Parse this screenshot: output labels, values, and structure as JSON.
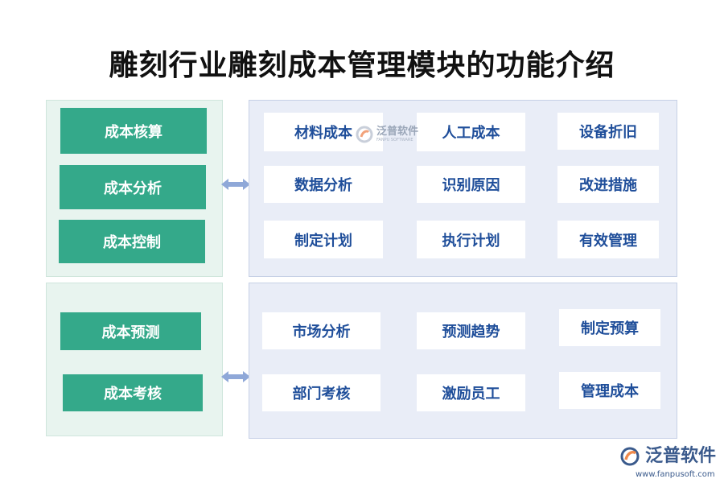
{
  "title": "雕刻行业雕刻成本管理模块的功能介绍",
  "top_group": {
    "left_items": [
      "成本核算",
      "成本分析",
      "成本控制"
    ],
    "right_items": [
      [
        "材料成本",
        "人工成本",
        "设备折旧"
      ],
      [
        "数据分析",
        "识别原因",
        "改进措施"
      ],
      [
        "制定计划",
        "执行计划",
        "有效管理"
      ]
    ]
  },
  "bottom_group": {
    "left_items": [
      "成本预测",
      "成本考核"
    ],
    "right_items": [
      [
        "市场分析",
        "预测趋势",
        "制定预算"
      ],
      [
        "部门考核",
        "激励员工",
        "管理成本"
      ]
    ]
  },
  "watermark": {
    "name": "泛普软件",
    "sub": "FANPU SOFTWARE"
  },
  "logo": {
    "name": "泛普软件",
    "url": "www.fanpusoft.com"
  },
  "colors": {
    "green": "#34a98a",
    "blue_text": "#1f4e9a",
    "arrow": "#8fa8d8"
  }
}
